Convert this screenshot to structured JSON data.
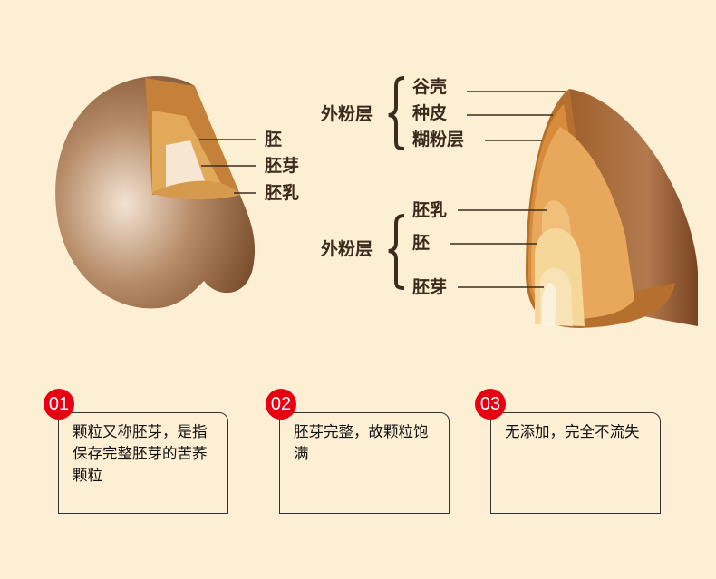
{
  "left_diagram": {
    "labels": [
      "胚",
      "胚芽",
      "胚乳"
    ]
  },
  "right_diagram": {
    "groups": [
      {
        "title": "外粉层",
        "items": [
          "谷壳",
          "种皮",
          "糊粉层"
        ]
      },
      {
        "title": "外粉层",
        "items": [
          "胚乳",
          "胚",
          "胚芽"
        ]
      }
    ]
  },
  "cards": [
    {
      "number": "01",
      "text": "颗粒又称胚芽，是指保存完整胚芽的苦荞颗粒"
    },
    {
      "number": "02",
      "text": "胚芽完整，故颗粒饱满"
    },
    {
      "number": "03",
      "text": "无添加，完全不流失"
    }
  ],
  "colors": {
    "background": "#fdefd3",
    "badge": "#e60012",
    "text": "#3d2a1c"
  }
}
